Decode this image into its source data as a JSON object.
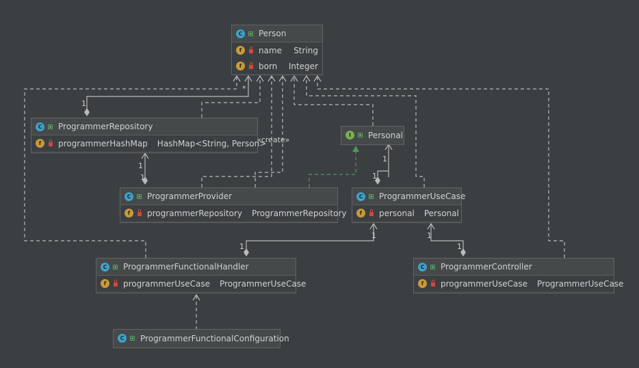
{
  "classes": {
    "person": {
      "name": "Person",
      "fields": [
        {
          "name": "name",
          "type": "String"
        },
        {
          "name": "born",
          "type": "Integer"
        }
      ]
    },
    "repository": {
      "name": "ProgrammerRepository",
      "fields": [
        {
          "name": "programmerHashMap",
          "type": "HashMap<String, Person>"
        }
      ]
    },
    "personal": {
      "name": "Personal",
      "kind": "interface"
    },
    "provider": {
      "name": "ProgrammerProvider",
      "fields": [
        {
          "name": "programmerRepository",
          "type": "ProgrammerRepository"
        }
      ]
    },
    "usecase": {
      "name": "ProgrammerUseCase",
      "fields": [
        {
          "name": "personal",
          "type": "Personal"
        }
      ]
    },
    "handler": {
      "name": "ProgrammerFunctionalHandler",
      "fields": [
        {
          "name": "programmerUseCase",
          "type": "ProgrammerUseCase"
        }
      ]
    },
    "controller": {
      "name": "ProgrammerController",
      "fields": [
        {
          "name": "programmerUseCase",
          "type": "ProgrammerUseCase"
        }
      ]
    },
    "configuration": {
      "name": "ProgrammerFunctionalConfiguration"
    }
  },
  "labels": {
    "repo_person_src": "1",
    "repo_person_dst": "*",
    "create": "«create»",
    "prov_repo_top": "1",
    "prov_repo_bottom": "1",
    "usecase_personal_top": "1",
    "usecase_personal_bottom": "1",
    "handler_usecase_top": "1",
    "handler_usecase_bottom": "1",
    "controller_usecase_top": "1",
    "controller_usecase_bottom": "1"
  },
  "icons": {
    "class": "class-icon",
    "interface": "interface-icon",
    "field": "field-icon",
    "public": "public-visibility-icon",
    "private": "private-lock-icon"
  },
  "colors": {
    "background": "#3c3f41",
    "line": "#b8babc",
    "realization": "#499c54",
    "class_badge": "#40a0c9",
    "interface_badge": "#7ab04a",
    "field_badge": "#c79a3a"
  }
}
